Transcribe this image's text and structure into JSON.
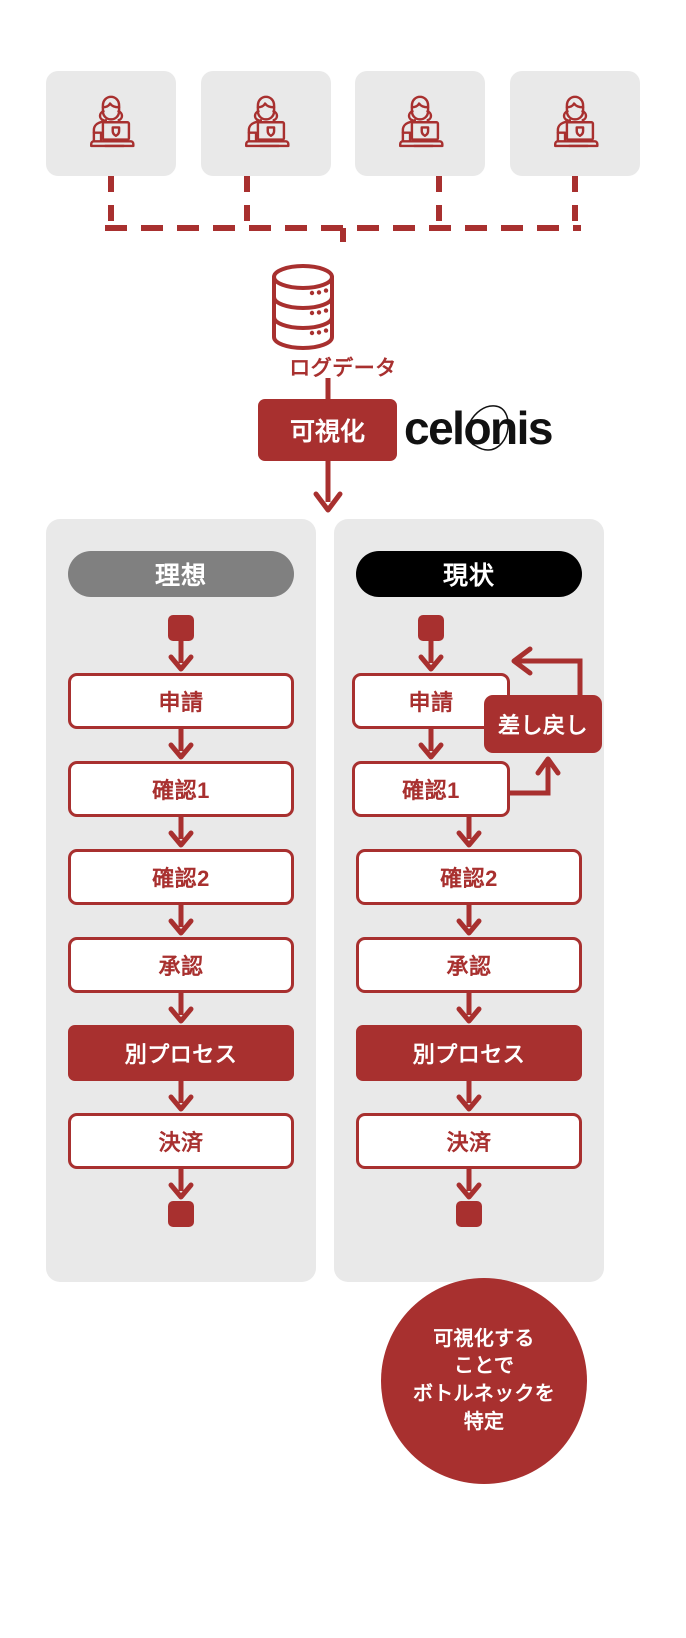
{
  "colors": {
    "brand_red": "#a8302f",
    "panel_bg": "#e9e9e9",
    "ideal_pill": "#808080",
    "current_pill": "#000000",
    "white": "#ffffff"
  },
  "top": {
    "persona_cards": [
      {
        "icon": "person-laptop-icon"
      },
      {
        "icon": "person-laptop-icon"
      },
      {
        "icon": "person-laptop-icon"
      },
      {
        "icon": "person-laptop-icon"
      }
    ],
    "database_icon": "database-cylinder-icon",
    "database_label": "ログデータ",
    "visualize_badge": "可視化",
    "logo_text": "celonis"
  },
  "columns": [
    {
      "id": "ideal",
      "header": "理想",
      "header_style": "gray",
      "start_node": "start-terminator",
      "end_node": "end-terminator",
      "steps": [
        {
          "label": "申請",
          "style": "open"
        },
        {
          "label": "確認1",
          "style": "open"
        },
        {
          "label": "確認2",
          "style": "open"
        },
        {
          "label": "承認",
          "style": "open"
        },
        {
          "label": "別プロセス",
          "style": "filled"
        },
        {
          "label": "決済",
          "style": "open"
        }
      ],
      "loop": null
    },
    {
      "id": "current",
      "header": "現状",
      "header_style": "black",
      "start_node": "start-terminator",
      "end_node": "end-terminator",
      "steps": [
        {
          "label": "申請",
          "style": "open"
        },
        {
          "label": "確認1",
          "style": "open"
        },
        {
          "label": "確認2",
          "style": "open"
        },
        {
          "label": "承認",
          "style": "open"
        },
        {
          "label": "別プロセス",
          "style": "filled"
        },
        {
          "label": "決済",
          "style": "open"
        }
      ],
      "loop": {
        "label": "差し戻し",
        "from_step": "確認1",
        "to_step": "申請"
      }
    }
  ],
  "conclusion": {
    "lines": [
      "可視化する",
      "ことで",
      "ボトルネックを",
      "特定"
    ]
  }
}
